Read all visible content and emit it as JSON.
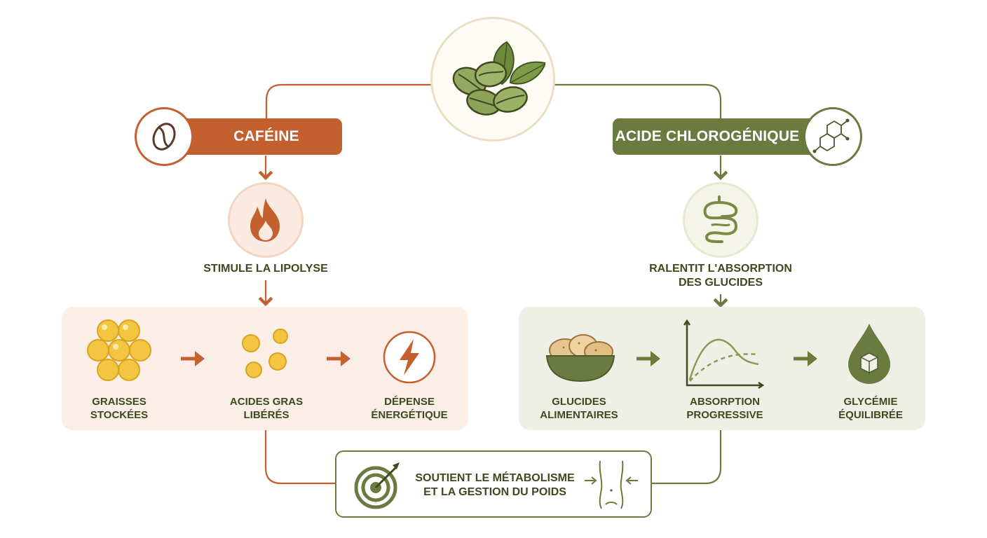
{
  "left": {
    "title": "CAFÉINE",
    "step": "STIMULE LA LIPOLYSE",
    "items": [
      {
        "line1": "GRAISSES",
        "line2": "STOCKÉES"
      },
      {
        "line1": "ACIDES GRAS",
        "line2": "LIBÉRÉS"
      },
      {
        "line1": "DÉPENSE",
        "line2": "ÉNERGÉTIQUE"
      }
    ]
  },
  "right": {
    "title": "ACIDE CHLOROGÉNIQUE",
    "step_line1": "RALENTIT L'ABSORPTION",
    "step_line2": "DES GLUCIDES",
    "items": [
      {
        "line1": "GLUCIDES",
        "line2": "ALIMENTAIRES"
      },
      {
        "line1": "ABSORPTION",
        "line2": "PROGRESSIVE"
      },
      {
        "line1": "GLYCÉMIE",
        "line2": "ÉQUILIBRÉE"
      }
    ]
  },
  "result": {
    "line1": "SOUTIENT LE MÉTABOLISME",
    "line2": "ET LA GESTION DU POIDS"
  },
  "colors": {
    "orange": "#c45f2e",
    "green": "#6b7a3e",
    "orange_panel": "#fbeee6",
    "green_panel": "#eef0e6",
    "text": "#3d4a1f"
  },
  "icons": {
    "center": "green-coffee-beans-icon",
    "left_badge": "coffee-bean-icon",
    "right_badge": "molecule-icon",
    "left_step": "flame-icon",
    "right_step": "intestine-icon",
    "result_left": "target-icon",
    "result_right": "waist-icon"
  }
}
